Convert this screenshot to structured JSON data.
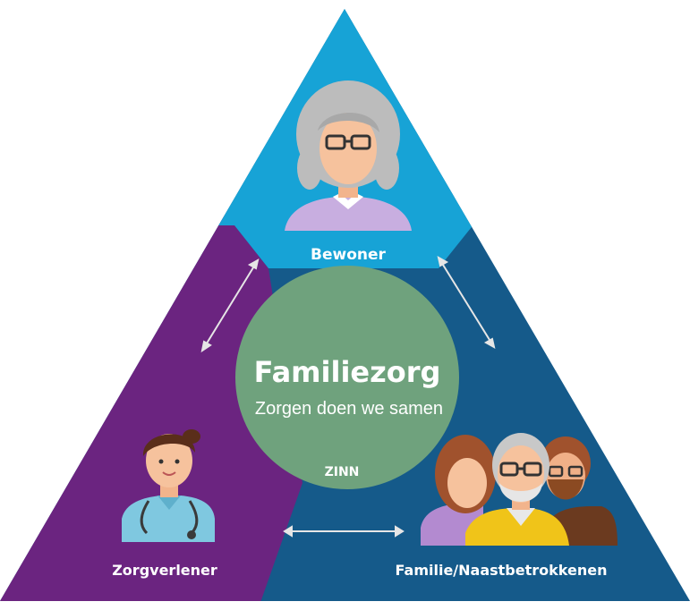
{
  "diagram": {
    "center_title": "Familiezorg",
    "center_subtitle": "Zorgen doen we samen",
    "center_brand": "ZINN",
    "top_label": "Bewoner",
    "left_label": "Zorgverlener",
    "right_label": "Familie/Naastbetrokkenen"
  },
  "colors": {
    "top_section": "#17a3d6",
    "left_section": "#6b2480",
    "right_section": "#155a8a",
    "center_circle": "#6fa27d",
    "arrows": "#e6e6e6"
  },
  "icons": {
    "top": "elderly-woman-icon",
    "left": "caregiver-nurse-icon",
    "right": "family-group-icon"
  }
}
